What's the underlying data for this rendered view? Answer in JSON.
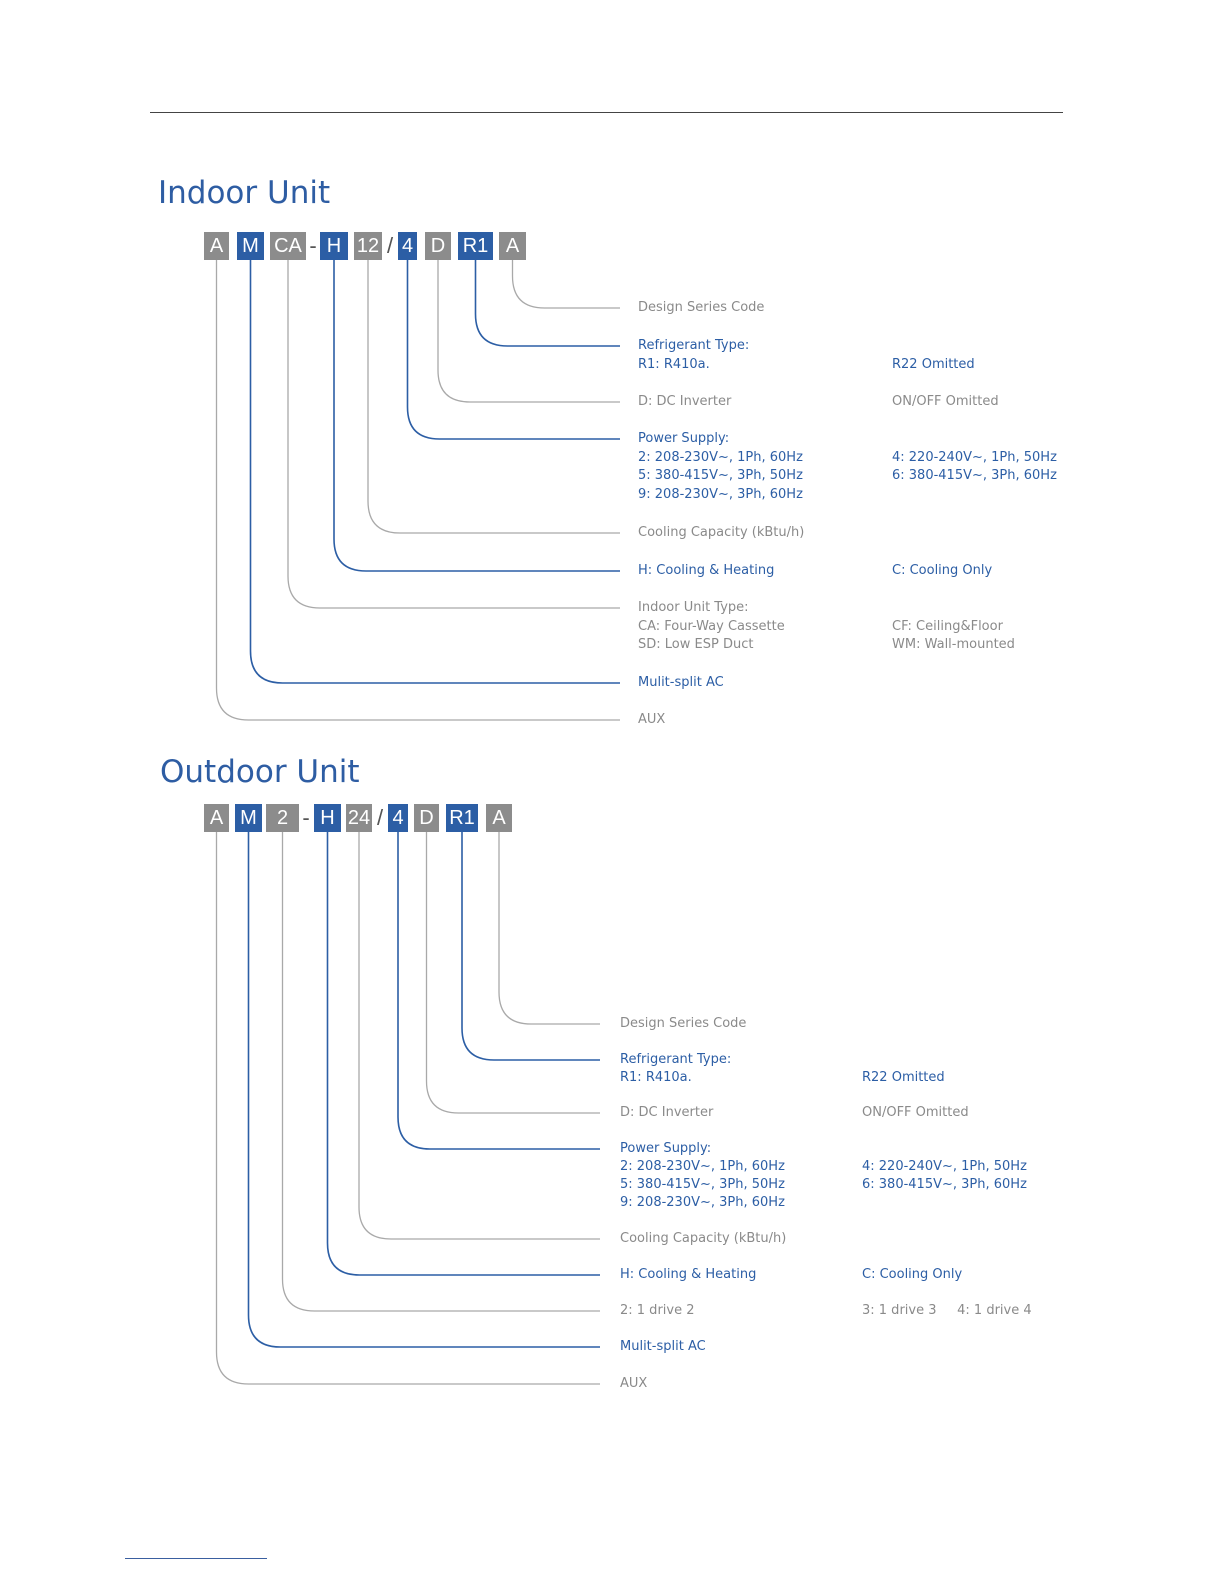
{
  "colors": {
    "blue": "#2c5ea5",
    "gray": "#8c8c8c",
    "title": "#2e5da3"
  },
  "indoor": {
    "title": "Indoor Unit",
    "boxes": [
      {
        "text": "A",
        "color": "gray"
      },
      {
        "text": "M",
        "color": "blue"
      },
      {
        "text": "CA",
        "color": "gray"
      },
      {
        "text": "-",
        "color": "sep"
      },
      {
        "text": "H",
        "color": "blue"
      },
      {
        "text": "12",
        "color": "gray"
      },
      {
        "text": "/",
        "color": "sep"
      },
      {
        "text": "4",
        "color": "blue"
      },
      {
        "text": "D",
        "color": "gray"
      },
      {
        "text": "R1",
        "color": "blue"
      },
      {
        "text": "A",
        "color": "gray"
      }
    ],
    "legend": [
      {
        "lines": [
          "Design Series Code"
        ],
        "right": [],
        "color": "gray"
      },
      {
        "lines": [
          "Refrigerant Type:",
          "R1: R410a."
        ],
        "right": [
          "",
          "R22 Omitted"
        ],
        "color": "blue"
      },
      {
        "lines": [
          "D: DC Inverter"
        ],
        "right": [
          "ON/OFF Omitted"
        ],
        "color": "gray"
      },
      {
        "lines": [
          "Power Supply:",
          "2: 208-230V~, 1Ph, 60Hz",
          "5: 380-415V~, 3Ph, 50Hz",
          "9: 208-230V~, 3Ph, 60Hz"
        ],
        "right": [
          "",
          "4: 220-240V~, 1Ph, 50Hz",
          "6: 380-415V~, 3Ph, 60Hz"
        ],
        "color": "blue"
      },
      {
        "lines": [
          "Cooling Capacity (kBtu/h)"
        ],
        "right": [],
        "color": "gray"
      },
      {
        "lines": [
          "H: Cooling & Heating"
        ],
        "right": [
          "C: Cooling Only"
        ],
        "color": "blue"
      },
      {
        "lines": [
          "Indoor Unit Type:",
          "CA: Four-Way Cassette",
          "SD: Low ESP Duct"
        ],
        "right": [
          "",
          "CF: Ceiling&Floor",
          "WM: Wall-mounted"
        ],
        "color": "gray"
      },
      {
        "lines": [
          "Mulit-split AC"
        ],
        "right": [],
        "color": "blue"
      },
      {
        "lines": [
          "AUX"
        ],
        "right": [],
        "color": "gray"
      }
    ]
  },
  "outdoor": {
    "title": "Outdoor Unit",
    "boxes": [
      {
        "text": "A",
        "color": "gray"
      },
      {
        "text": "M",
        "color": "blue"
      },
      {
        "text": "2",
        "color": "gray"
      },
      {
        "text": "-",
        "color": "sep"
      },
      {
        "text": "H",
        "color": "blue"
      },
      {
        "text": "24",
        "color": "gray"
      },
      {
        "text": "/",
        "color": "sep"
      },
      {
        "text": "4",
        "color": "blue"
      },
      {
        "text": "D",
        "color": "gray"
      },
      {
        "text": "R1",
        "color": "blue"
      },
      {
        "text": "A",
        "color": "gray"
      }
    ],
    "legend": [
      {
        "lines": [
          "Design Series Code"
        ],
        "right": [],
        "color": "gray"
      },
      {
        "lines": [
          "Refrigerant Type:",
          "R1: R410a."
        ],
        "right": [
          "",
          "R22 Omitted"
        ],
        "color": "blue"
      },
      {
        "lines": [
          "D: DC Inverter"
        ],
        "right": [
          "ON/OFF Omitted"
        ],
        "color": "gray"
      },
      {
        "lines": [
          "Power Supply:",
          "2: 208-230V~, 1Ph, 60Hz",
          "5: 380-415V~, 3Ph, 50Hz",
          "9: 208-230V~, 3Ph, 60Hz"
        ],
        "right": [
          "",
          "4: 220-240V~, 1Ph, 50Hz",
          "6: 380-415V~, 3Ph, 60Hz"
        ],
        "color": "blue"
      },
      {
        "lines": [
          "Cooling Capacity (kBtu/h)"
        ],
        "right": [],
        "color": "gray"
      },
      {
        "lines": [
          "H: Cooling & Heating"
        ],
        "right": [
          "C: Cooling Only"
        ],
        "color": "blue"
      },
      {
        "lines": [
          "2: 1 drive 2"
        ],
        "right": [
          "3: 1 drive 3     4: 1 drive 4"
        ],
        "color": "gray"
      },
      {
        "lines": [
          "Mulit-split AC"
        ],
        "right": [],
        "color": "blue"
      },
      {
        "lines": [
          "AUX"
        ],
        "right": [],
        "color": "gray"
      }
    ]
  }
}
